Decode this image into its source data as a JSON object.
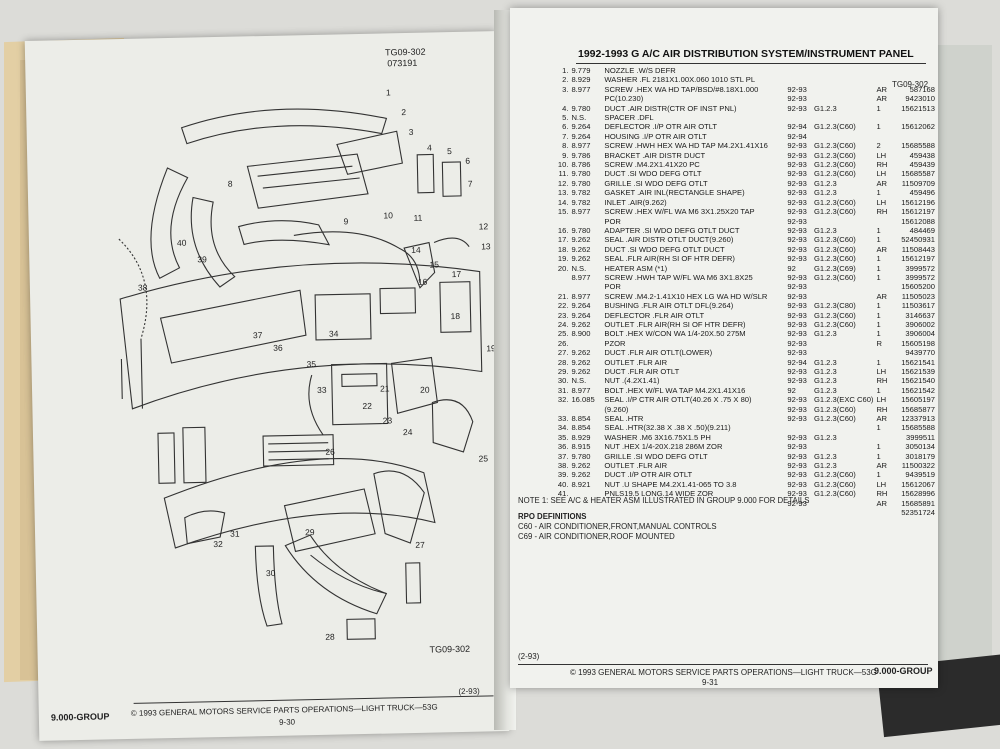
{
  "left_page": {
    "figure_id": "TG09-302",
    "figure_date": "073191",
    "figure_id_bottom": "TG09-302",
    "callouts": [
      "1",
      "2",
      "3",
      "4",
      "5",
      "6",
      "7",
      "8",
      "9",
      "10",
      "11",
      "12",
      "13",
      "14",
      "15",
      "16",
      "17",
      "18",
      "19",
      "20",
      "21",
      "22",
      "23",
      "24",
      "25",
      "26",
      "27",
      "28",
      "29",
      "30",
      "31",
      "32",
      "33",
      "34",
      "35",
      "36",
      "37",
      "38",
      "39",
      "40"
    ],
    "footer_group": "9.000-GROUP",
    "footer_copyright": "© 1993 GENERAL MOTORS SERVICE PARTS OPERATIONS—LIGHT TRUCK—53G",
    "footer_date": "(2-93)",
    "page_number": "9-30"
  },
  "right_page": {
    "title": "1992-1993 G A/C AIR DISTRIBUTION SYSTEM/INSTRUMENT PANEL",
    "figure_ref": "TG09-302",
    "parts": [
      {
        "line": "1.",
        "group": "9.779",
        "desc": "NOZZLE .W/S DEFR",
        "years": "",
        "series": "",
        "side": "",
        "part": ""
      },
      {
        "line": "2.",
        "group": "8.929",
        "desc": "WASHER .FL 2181X1.00X.060 1010 STL PL",
        "years": "",
        "series": "",
        "side": "",
        "part": ""
      },
      {
        "line": "3.",
        "group": "8.977",
        "desc": "SCREW .HEX WA HD TAP/BSD/#8.18X1.000",
        "years": "92-93",
        "series": "",
        "side": "AR",
        "part": "587168"
      },
      {
        "line": "",
        "group": "",
        "desc": "PC(10.230)",
        "years": "92-93",
        "series": "",
        "side": "AR",
        "part": "9423010"
      },
      {
        "line": "4.",
        "group": "9.780",
        "desc": "DUCT .AIR DISTR(CTR OF INST PNL)",
        "years": "92-93",
        "series": "G1.2.3",
        "side": "1",
        "part": "15621513"
      },
      {
        "line": "5.",
        "group": "N.S.",
        "desc": "SPACER .DFL",
        "years": "",
        "series": "",
        "side": "",
        "part": ""
      },
      {
        "line": "6.",
        "group": "9.264",
        "desc": "DEFLECTOR .I/P OTR AIR OTLT",
        "years": "92-94",
        "series": "G1.2.3(C60)",
        "side": "1",
        "part": "15612062"
      },
      {
        "line": "7.",
        "group": "9.264",
        "desc": "HOUSING .I/P OTR AIR OTLT",
        "years": "92-94",
        "series": "",
        "side": "",
        "part": ""
      },
      {
        "line": "8.",
        "group": "8.977",
        "desc": "SCREW .HWH HEX WA HD TAP M4.2X1.41X16",
        "years": "92-93",
        "series": "G1.2.3(C60)",
        "side": "2",
        "part": "15685588"
      },
      {
        "line": "9.",
        "group": "9.786",
        "desc": "BRACKET .AIR DISTR DUCT",
        "years": "92-93",
        "series": "G1.2.3(C60)",
        "side": "LH",
        "part": "459438"
      },
      {
        "line": "10.",
        "group": "8.786",
        "desc": "SCREW .M4.2X1.41X20 PC",
        "years": "92-93",
        "series": "G1.2.3(C60)",
        "side": "RH",
        "part": "459439"
      },
      {
        "line": "11.",
        "group": "9.780",
        "desc": "DUCT .SI WDO DEFG OTLT",
        "years": "92-93",
        "series": "G1.2.3(C60)",
        "side": "LH",
        "part": "15685587"
      },
      {
        "line": "12.",
        "group": "9.780",
        "desc": "GRILLE .SI WDO DEFG OTLT",
        "years": "92-93",
        "series": "G1.2.3",
        "side": "AR",
        "part": "11509709"
      },
      {
        "line": "13.",
        "group": "9.782",
        "desc": "GASKET .AIR INL(RECTANGLE SHAPE)",
        "years": "92-93",
        "series": "G1.2.3",
        "side": "1",
        "part": "459496"
      },
      {
        "line": "14.",
        "group": "9.782",
        "desc": "INLET .AIR(9.262)",
        "years": "92-93",
        "series": "G1.2.3(C60)",
        "side": "LH",
        "part": "15612196"
      },
      {
        "line": "15.",
        "group": "8.977",
        "desc": "SCREW .HEX W/FL WA M6 3X1.25X20 TAP",
        "years": "92-93",
        "series": "G1.2.3(C60)",
        "side": "RH",
        "part": "15612197"
      },
      {
        "line": "",
        "group": "",
        "desc": "POR",
        "years": "92-93",
        "series": "",
        "side": "",
        "part": "15612088"
      },
      {
        "line": "16.",
        "group": "9.780",
        "desc": "ADAPTER .SI WDO DEFG OTLT DUCT",
        "years": "92-93",
        "series": "G1.2.3",
        "side": "1",
        "part": "484469"
      },
      {
        "line": "17.",
        "group": "9.262",
        "desc": "SEAL .AIR DISTR OTLT DUCT(9.260)",
        "years": "92-93",
        "series": "G1.2.3(C60)",
        "side": "1",
        "part": "52450931"
      },
      {
        "line": "18.",
        "group": "9.262",
        "desc": "DUCT .SI WDO DEFG OTLT DUCT",
        "years": "92-93",
        "series": "G1.2.3(C60)",
        "side": "AR",
        "part": "11508443"
      },
      {
        "line": "19.",
        "group": "9.262",
        "desc": "SEAL .FLR AIR(RH SI OF HTR DEFR)",
        "years": "92-93",
        "series": "G1.2.3(C60)",
        "side": "1",
        "part": "15612197"
      },
      {
        "line": "20.",
        "group": "N.S.",
        "desc": "HEATER ASM (*1)",
        "years": "92",
        "series": "G1.2.3(C69)",
        "side": "1",
        "part": "3999572"
      },
      {
        "line": "",
        "group": "8.977",
        "desc": "SCREW .HWH TAP W/FL WA M6 3X1.8X25",
        "years": "92-93",
        "series": "G1.2.3(C60)",
        "side": "1",
        "part": "3999572"
      },
      {
        "line": "",
        "group": "",
        "desc": "POR",
        "years": "92-93",
        "series": "",
        "side": "",
        "part": "15605200"
      },
      {
        "line": "21.",
        "group": "8.977",
        "desc": "SCREW .M4.2-1.41X10 HEX LG WA HD W/SLR",
        "years": "92-93",
        "series": "",
        "side": "AR",
        "part": "11505023"
      },
      {
        "line": "22.",
        "group": "9.264",
        "desc": "BUSHING .FLR AIR OTLT DFL(9.264)",
        "years": "92-93",
        "series": "G1.2.3(C80)",
        "side": "1",
        "part": "11503617"
      },
      {
        "line": "23.",
        "group": "9.264",
        "desc": "DEFLECTOR .FLR AIR OTLT",
        "years": "92-93",
        "series": "G1.2.3(C60)",
        "side": "1",
        "part": "3146637"
      },
      {
        "line": "24.",
        "group": "9.262",
        "desc": "OUTLET .FLR AIR(RH SI OF HTR DEFR)",
        "years": "92-93",
        "series": "G1.2.3(C60)",
        "side": "1",
        "part": "3906002"
      },
      {
        "line": "25.",
        "group": "8.900",
        "desc": "BOLT .HEX W/CON WA 1/4-20X.50 275M",
        "years": "92-93",
        "series": "G1.2.3",
        "side": "1",
        "part": "3906004"
      },
      {
        "line": "26.",
        "group": "",
        "desc": "PZOR",
        "years": "92-93",
        "series": "",
        "side": "R",
        "part": "15605198"
      },
      {
        "line": "27.",
        "group": "9.262",
        "desc": "DUCT .FLR AIR OTLT(LOWER)",
        "years": "92-93",
        "series": "",
        "side": "",
        "part": "9439770"
      },
      {
        "line": "28.",
        "group": "9.262",
        "desc": "OUTLET .FLR AIR",
        "years": "92-94",
        "series": "G1.2.3",
        "side": "1",
        "part": "15621541"
      },
      {
        "line": "29.",
        "group": "9.262",
        "desc": "DUCT .FLR AIR OTLT",
        "years": "92-93",
        "series": "G1.2.3",
        "side": "LH",
        "part": "15621539"
      },
      {
        "line": "30.",
        "group": "N.S.",
        "desc": "NUT .(4.2X1.41)",
        "years": "92-93",
        "series": "G1.2.3",
        "side": "RH",
        "part": "15621540"
      },
      {
        "line": "31.",
        "group": "8.977",
        "desc": "BOLT .HEX W/FL WA TAP M4.2X1.41X16",
        "years": "92",
        "series": "G1.2.3",
        "side": "1",
        "part": "15621542"
      },
      {
        "line": "32.",
        "group": "16.085",
        "desc": "SEAL .I/P CTR AIR OTLT(40.26 X .75 X 80)",
        "years": "92-93",
        "series": "G1.2.3(EXC C60)",
        "side": "LH",
        "part": "15605197"
      },
      {
        "line": "",
        "group": "",
        "desc": "(9.260)",
        "years": "92-93",
        "series": "G1.2.3(C60)",
        "side": "RH",
        "part": "15685877"
      },
      {
        "line": "33.",
        "group": "8.854",
        "desc": "SEAL .HTR",
        "years": "92-93",
        "series": "G1.2.3(C60)",
        "side": "AR",
        "part": "12337913"
      },
      {
        "line": "34.",
        "group": "8.854",
        "desc": "SEAL .HTR(32.38 X .38 X .50)(9.211)",
        "years": "",
        "series": "",
        "side": "1",
        "part": "15685588"
      },
      {
        "line": "35.",
        "group": "8.929",
        "desc": "WASHER .M6 3X16.75X1.5 PH",
        "years": "92-93",
        "series": "G1.2.3",
        "side": "",
        "part": "3999511"
      },
      {
        "line": "36.",
        "group": "8.915",
        "desc": "NUT .HEX 1/4-20X.218 286M ZOR",
        "years": "92-93",
        "series": "",
        "side": "1",
        "part": "3050134"
      },
      {
        "line": "37.",
        "group": "9.780",
        "desc": "GRILLE .SI WDO DEFG OTLT",
        "years": "92-93",
        "series": "G1.2.3",
        "side": "1",
        "part": "3018179"
      },
      {
        "line": "38.",
        "group": "9.262",
        "desc": "OUTLET .FLR AIR",
        "years": "92-93",
        "series": "G1.2.3",
        "side": "AR",
        "part": "11500322"
      },
      {
        "line": "39.",
        "group": "9.262",
        "desc": "DUCT .I/P OTR AIR OTLT",
        "years": "92-93",
        "series": "G1.2.3(C60)",
        "side": "1",
        "part": "9439519"
      },
      {
        "line": "40.",
        "group": "8.921",
        "desc": "NUT .U SHAPE M4.2X1.41-065 TO 3.8",
        "years": "92-93",
        "series": "G1.2.3(C60)",
        "side": "LH",
        "part": "15612067"
      },
      {
        "line": "41.",
        "group": "",
        "desc": "PNLS19.5 LONG.14 WIDE ZOR",
        "years": "92-93",
        "series": "G1.2.3(C60)",
        "side": "RH",
        "part": "15628996"
      },
      {
        "line": "",
        "group": "",
        "desc": "",
        "years": "92-93",
        "series": "",
        "side": "AR",
        "part": "15685891"
      },
      {
        "line": "",
        "group": "",
        "desc": "",
        "years": "",
        "series": "",
        "side": "",
        "part": "52351724"
      }
    ],
    "note": "NOTE 1:  SEE A/C & HEATER ASM ILLUSTRATED IN GROUP 9.000 FOR DETAILS",
    "rpo_heading": "RPO DEFINITIONS",
    "rpo_items": [
      "C60 - AIR CONDITIONER,FRONT,MANUAL CONTROLS",
      "C69 - AIR CONDITIONER,ROOF MOUNTED"
    ],
    "footer_date": "(2-93)",
    "footer_copyright": "© 1993 GENERAL MOTORS SERVICE PARTS OPERATIONS—LIGHT TRUCK—53G",
    "footer_group": "9.000-GROUP",
    "page_number": "9-31"
  }
}
